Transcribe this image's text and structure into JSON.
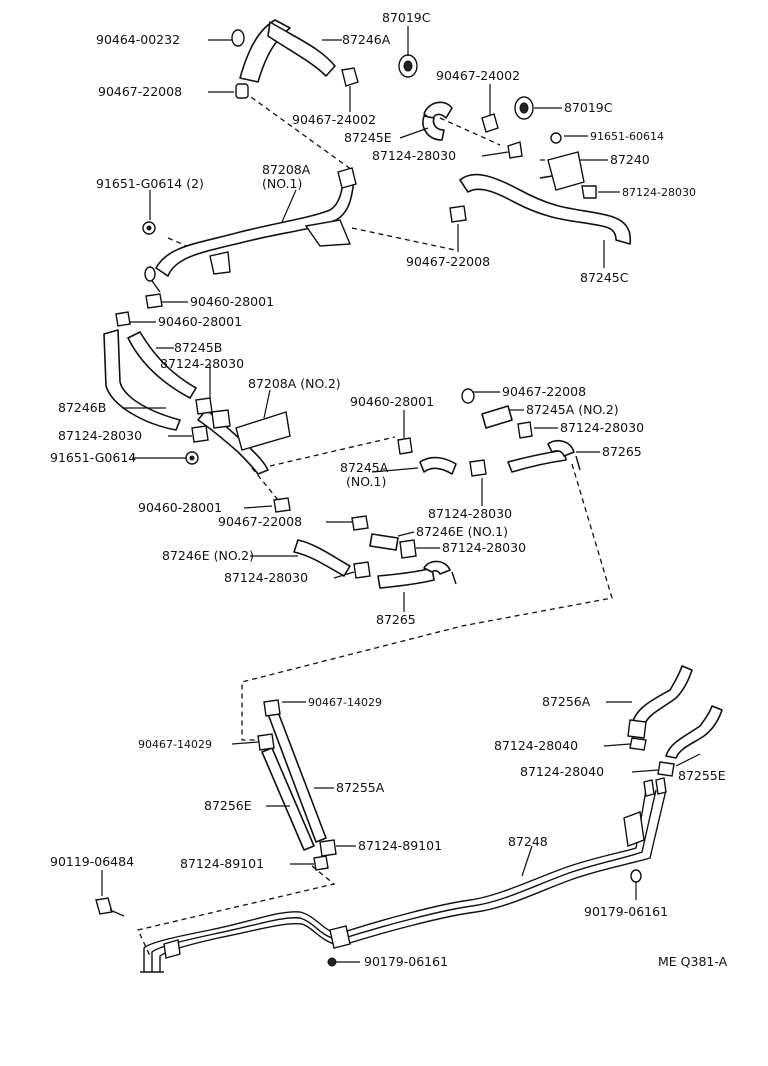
{
  "diagram": {
    "labels": [
      {
        "id": "l1",
        "text": "90464-00232"
      },
      {
        "id": "l2",
        "text": "87246A"
      },
      {
        "id": "l3",
        "text": "87019C"
      },
      {
        "id": "l4",
        "text": "90467-22008"
      },
      {
        "id": "l5",
        "text": "90467-24002"
      },
      {
        "id": "l6",
        "text": "90467-24002"
      },
      {
        "id": "l7",
        "text": "87019C"
      },
      {
        "id": "l8",
        "text": "87245E"
      },
      {
        "id": "l9",
        "text": "91651-60614"
      },
      {
        "id": "l10",
        "text": "87124-28030"
      },
      {
        "id": "l11",
        "text": "87240"
      },
      {
        "id": "l12",
        "text": "87208A"
      },
      {
        "id": "l13",
        "text": "(NO.1)"
      },
      {
        "id": "l14",
        "text": "91651-G0614 (2)"
      },
      {
        "id": "l15",
        "text": "87124-28030"
      },
      {
        "id": "l16",
        "text": "90467-22008"
      },
      {
        "id": "l17",
        "text": "87245C"
      },
      {
        "id": "l18",
        "text": "90460-28001"
      },
      {
        "id": "l19",
        "text": "90460-28001"
      },
      {
        "id": "l20",
        "text": "87245B"
      },
      {
        "id": "l21",
        "text": "87124-28030"
      },
      {
        "id": "l22",
        "text": "87208A (NO.2)"
      },
      {
        "id": "l23",
        "text": "90467-22008"
      },
      {
        "id": "l24",
        "text": "87246B"
      },
      {
        "id": "l25",
        "text": "90460-28001"
      },
      {
        "id": "l26",
        "text": "87245A (NO.2)"
      },
      {
        "id": "l27",
        "text": "87124-28030"
      },
      {
        "id": "l28",
        "text": "87124-28030"
      },
      {
        "id": "l29",
        "text": "91651-G0614"
      },
      {
        "id": "l30",
        "text": "87265"
      },
      {
        "id": "l31",
        "text": "87245A"
      },
      {
        "id": "l32",
        "text": "(NO.1)"
      },
      {
        "id": "l33",
        "text": "87124-28030"
      },
      {
        "id": "l34",
        "text": "90460-28001"
      },
      {
        "id": "l35",
        "text": "90467-22008"
      },
      {
        "id": "l36",
        "text": "87246E (NO.1)"
      },
      {
        "id": "l37",
        "text": "87124-28030"
      },
      {
        "id": "l38",
        "text": "87246E (NO.2)"
      },
      {
        "id": "l39",
        "text": "87124-28030"
      },
      {
        "id": "l40",
        "text": "87265"
      },
      {
        "id": "l41",
        "text": "90467-14029"
      },
      {
        "id": "l42",
        "text": "87256A"
      },
      {
        "id": "l43",
        "text": "90467-14029"
      },
      {
        "id": "l44",
        "text": "87124-28040"
      },
      {
        "id": "l45",
        "text": "87124-28040"
      },
      {
        "id": "l46",
        "text": "87255E"
      },
      {
        "id": "l47",
        "text": "87255A"
      },
      {
        "id": "l48",
        "text": "87256E"
      },
      {
        "id": "l49",
        "text": "87124-89101"
      },
      {
        "id": "l50",
        "text": "87248"
      },
      {
        "id": "l51",
        "text": "90119-06484"
      },
      {
        "id": "l52",
        "text": "87124-89101"
      },
      {
        "id": "l53",
        "text": "90179-06161"
      },
      {
        "id": "l54",
        "text": "90179-06161"
      },
      {
        "id": "l55",
        "text": "ME  Q381-A"
      }
    ]
  }
}
